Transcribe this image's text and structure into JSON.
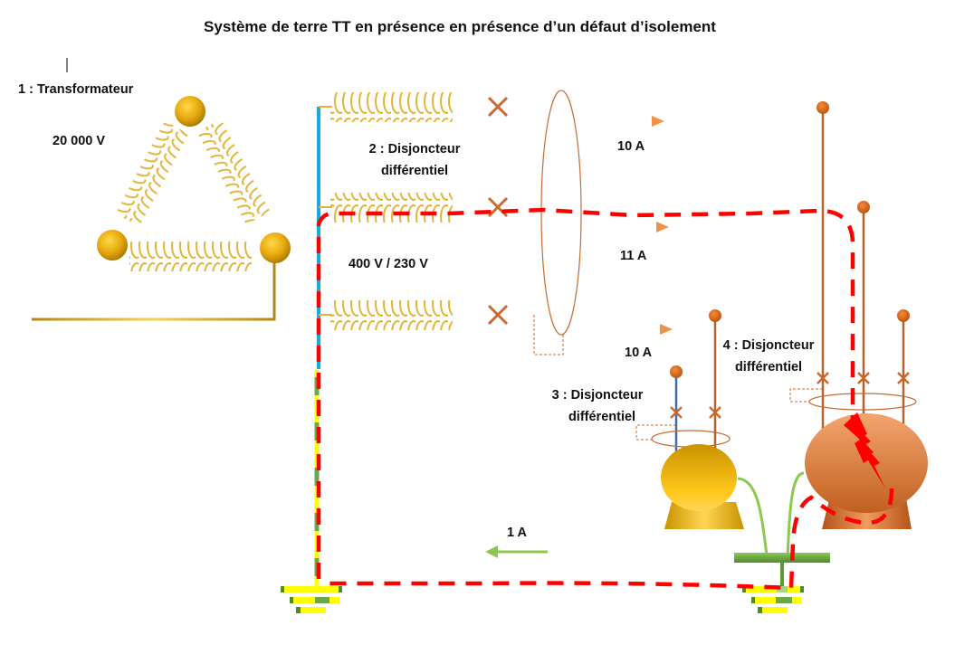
{
  "title": "Système de terre TT en présence en présence d’un défaut d’isolement",
  "labels": {
    "transformer": "1 : Transformateur",
    "hv_voltage": "20 000 V",
    "rcd2_line1": "2 : Disjoncteur",
    "rcd2_line2": "différentiel",
    "lv_voltage": "400 V / 230 V",
    "rcd3_line1": "3 : Disjoncteur",
    "rcd3_line2": "différentiel",
    "rcd4_line1": "4 : Disjoncteur",
    "rcd4_line2": "différentiel"
  },
  "currents": {
    "phase1": "10 A",
    "phase2": "11 A",
    "phase3": "10 A",
    "earth_return": "1 A"
  },
  "colors": {
    "gold": "#e8b20e",
    "copper": "#c8692a",
    "neutral_blue": "#1aa7e0",
    "fault_path": "#ff0000",
    "earth_green": "#8cc84b",
    "earth_yellow": "#ffff00"
  }
}
